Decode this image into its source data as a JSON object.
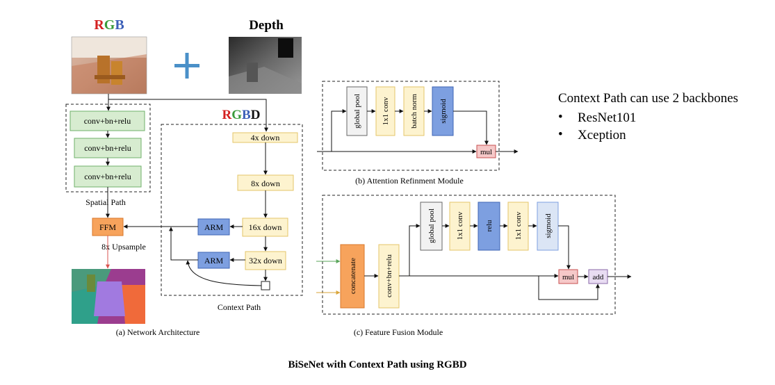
{
  "title": "BiSeNet with Context Path using RGBD",
  "inputs": {
    "rgb_letters": [
      "R",
      "G",
      "B"
    ],
    "depth_label": "Depth",
    "plus_symbol": "+",
    "rgbd_letters": [
      "R",
      "G",
      "B",
      "D"
    ]
  },
  "colors": {
    "red": "#d42020",
    "green": "#3a9a3a",
    "blue": "#3b5fb8",
    "plus": "#4a90c8",
    "green_fill": "#d7ecd0",
    "green_stroke": "#6fb06a",
    "yellow_fill": "#fdf3cf",
    "yellow_stroke": "#e4c66a",
    "blue_fill": "#7d9fe0",
    "blue_stroke": "#3f66b4",
    "orange_fill": "#f7a35c",
    "orange_stroke": "#d9772a",
    "gray_fill": "#f2f2f2",
    "pink_fill": "#f5c8c8",
    "pink_stroke": "#c85050",
    "purple_fill": "#e8dcf2",
    "purple_stroke": "#8a6aa8"
  },
  "spatial_path": {
    "blocks": [
      "conv+bn+relu",
      "conv+bn+relu",
      "conv+bn+relu"
    ],
    "label": "Spatial  Path"
  },
  "context_path": {
    "blocks": [
      "4x down",
      "8x down",
      "16x down",
      "32x down"
    ],
    "arm_labels": [
      "ARM",
      "ARM"
    ],
    "label": "Context Path"
  },
  "ffm": {
    "label": "FFM",
    "upsample_label": "8x Upsample"
  },
  "network_caption": "(a) Network Architecture",
  "arm_module": {
    "blocks": [
      "global pool",
      "1x1 conv",
      "batch norm",
      "sigmoid"
    ],
    "mul_label": "mul",
    "caption": "(b) Attention Refinment Module"
  },
  "ffm_module": {
    "concat_label": "concatenate",
    "conv_label": "conv+bn+relu",
    "blocks": [
      "global pool",
      "1x1 conv",
      "relu",
      "1x1 conv",
      "sigmoid"
    ],
    "mul_label": "mul",
    "add_label": "add",
    "caption": "(c) Feature Fusion Module"
  },
  "notes": {
    "heading": "Context Path can use 2 backbones",
    "bullet": "•",
    "items": [
      "ResNet101",
      "Xception"
    ]
  }
}
